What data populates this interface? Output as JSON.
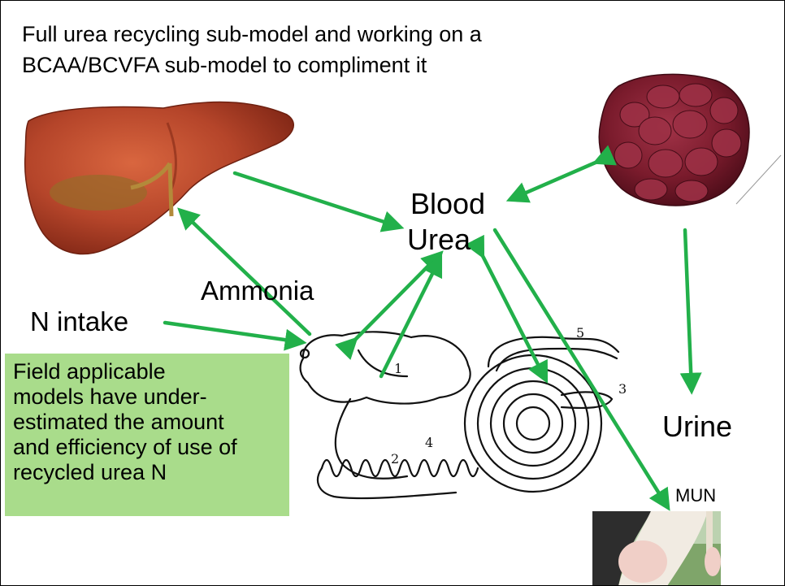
{
  "title": {
    "line1": "Full urea recycling sub-model and working on a",
    "line2": "BCAA/BCVFA sub-model to compliment it"
  },
  "labels": {
    "blood": "Blood",
    "urea": "Urea",
    "ammonia": "Ammonia",
    "n_intake": "N intake",
    "urine": "Urine",
    "mun": "MUN"
  },
  "note": {
    "lines": [
      "Field applicable",
      "models have under-",
      "estimated the amount",
      "and efficiency of use of",
      "recycled urea N"
    ]
  },
  "digestive_tract_numbers": [
    "1",
    "2",
    "3",
    "4",
    "5"
  ],
  "colors": {
    "arrow": "#22b04a",
    "note_background": "#a9dc8b",
    "liver": "#b5452a",
    "kidney": "#7a1b2c"
  },
  "icons": [
    "liver-image",
    "kidney-image",
    "digestive-tract-drawing",
    "cow-udder-photo"
  ]
}
